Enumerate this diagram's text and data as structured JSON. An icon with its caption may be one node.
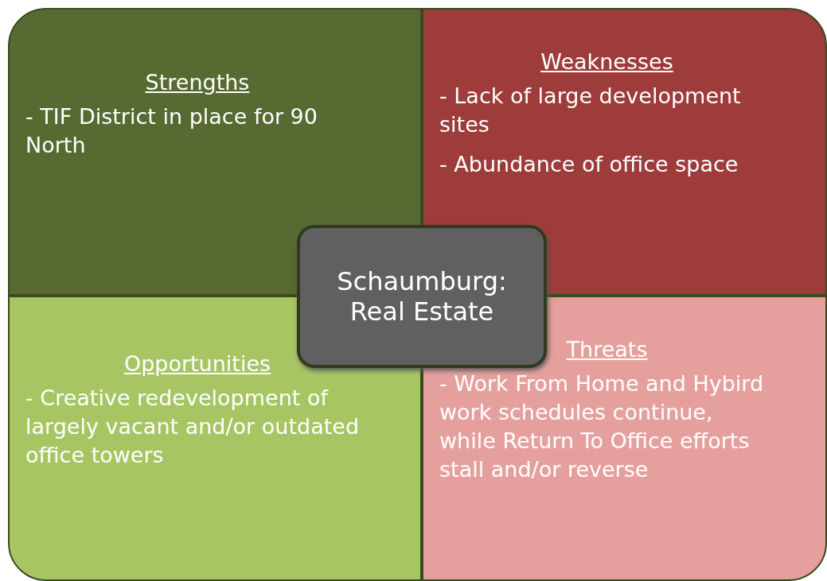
{
  "diagram": {
    "nodes": [
      {
        "text": [
          "Strengths",
          "-  TIF District in place for 90 North"
        ]
      },
      {
        "text": [
          "Weaknesses",
          "- Lack of large development sites",
          "- Abundance of office space"
        ]
      },
      {
        "text": [
          "Schaumburg: Real Estate"
        ]
      },
      {
        "text": [
          "Opportunities",
          "- Creative redevelopment of largely vacant and/or outdated office towers"
        ]
      },
      {
        "text": [
          "Threats",
          "- Work From Home and Hybird work schedules continue, while Return To Office efforts stall and/or reverse"
        ]
      }
    ],
    "edges": []
  }
}
